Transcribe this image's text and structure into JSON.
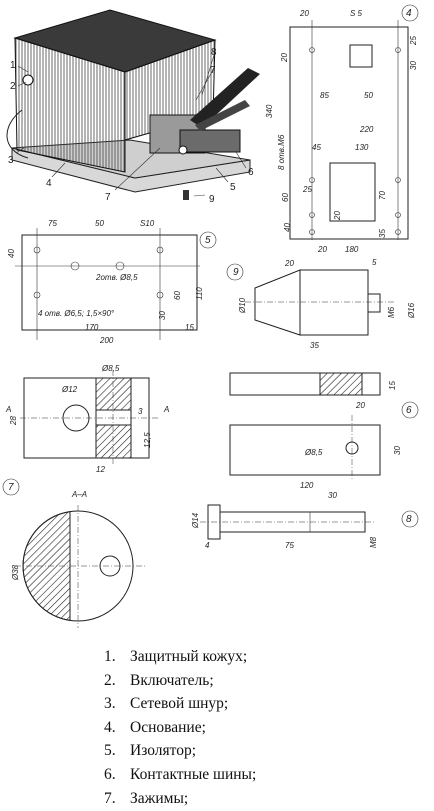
{
  "legend": [
    {
      "num": "1.",
      "text": "Защитный кожух;"
    },
    {
      "num": "2.",
      "text": "Включатель;"
    },
    {
      "num": "3.",
      "text": "Сетевой шнур;"
    },
    {
      "num": "4.",
      "text": "Основание;"
    },
    {
      "num": "5.",
      "text": "Изолятор;"
    },
    {
      "num": "6.",
      "text": "Контактные шины;"
    },
    {
      "num": "7.",
      "text": "Зажимы;"
    }
  ],
  "callouts": [
    "1",
    "2",
    "3",
    "4",
    "5",
    "6",
    "7",
    "8",
    "9"
  ],
  "part4": {
    "id": "4",
    "thickness": "S 5",
    "w_left": "20",
    "w_top": "20",
    "d_85": "85",
    "d_50": "50",
    "d_220": "220",
    "h_340": "340",
    "holes": "8 отв.М6",
    "d_45": "45",
    "d_130": "130",
    "d_25": "25",
    "d_60": "60",
    "d_20": "20",
    "d_70": "70",
    "d_40": "40",
    "d_35": "35",
    "d_180": "180",
    "d_20b": "20",
    "d_25b": "25",
    "d_30": "30"
  },
  "part5": {
    "id": "5",
    "thickness": "S10",
    "d_75": "75",
    "d_50": "50",
    "h_40": "40",
    "holes_a": "2отв. Ø8,5",
    "holes_b": "4 отв. Ø6,5; 1,5×90°",
    "d_60": "60",
    "d_110": "110",
    "d_30": "30",
    "d_170": "170",
    "d_15": "15",
    "d_200": "200"
  },
  "part9": {
    "id": "9",
    "d_20": "20",
    "d_5": "5",
    "dia_10": "Ø10",
    "thread": "M6",
    "dia_16": "Ø16",
    "len_35": "35"
  },
  "part7": {
    "id": "7",
    "dia_85": "Ø8,5",
    "dia_12": "Ø12",
    "h_28": "28",
    "d_3": "3",
    "d_125": "12,5",
    "d_12": "12",
    "sec": "A"
  },
  "section": {
    "label": "А–А",
    "dia_38": "Ø38"
  },
  "part6": {
    "id": "6",
    "d_15": "15",
    "d_20": "20",
    "dia_85": "Ø8,5",
    "d_30": "30",
    "d_120": "120"
  },
  "part8": {
    "id": "8",
    "d_30": "30",
    "dia_14": "Ø14",
    "d_4": "4",
    "d_75": "75",
    "thread": "M8"
  }
}
